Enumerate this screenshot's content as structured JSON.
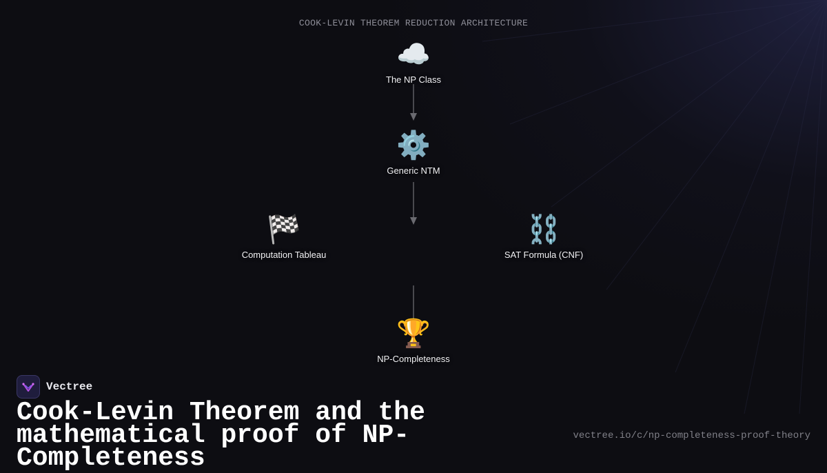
{
  "diagram": {
    "title": "COOK-LEVIN THEOREM REDUCTION ARCHITECTURE",
    "nodes": [
      {
        "id": "np-class",
        "label": "The NP Class",
        "icon": "cloud-icon",
        "glyph": "☁️"
      },
      {
        "id": "generic-ntm",
        "label": "Generic NTM",
        "icon": "gear-icon",
        "glyph": "⚙️"
      },
      {
        "id": "computation-tableau",
        "label": "Computation Tableau",
        "icon": "checkered-flag-icon",
        "glyph": "🏁"
      },
      {
        "id": "sat-formula",
        "label": "SAT Formula (CNF)",
        "icon": "chain-icon",
        "glyph": "⛓️"
      },
      {
        "id": "np-completeness",
        "label": "NP-Completeness",
        "icon": "trophy-icon",
        "glyph": "🏆"
      }
    ]
  },
  "footer": {
    "brand": "Vectree",
    "headline": "Cook-Levin Theorem and the mathematical proof of NP-Completeness",
    "url": "vectree.io/c/np-completeness-proof-theory"
  },
  "colors": {
    "background": "#0d0d12",
    "connector": "#6a6a70",
    "brand_accent": "#b04fe0"
  }
}
